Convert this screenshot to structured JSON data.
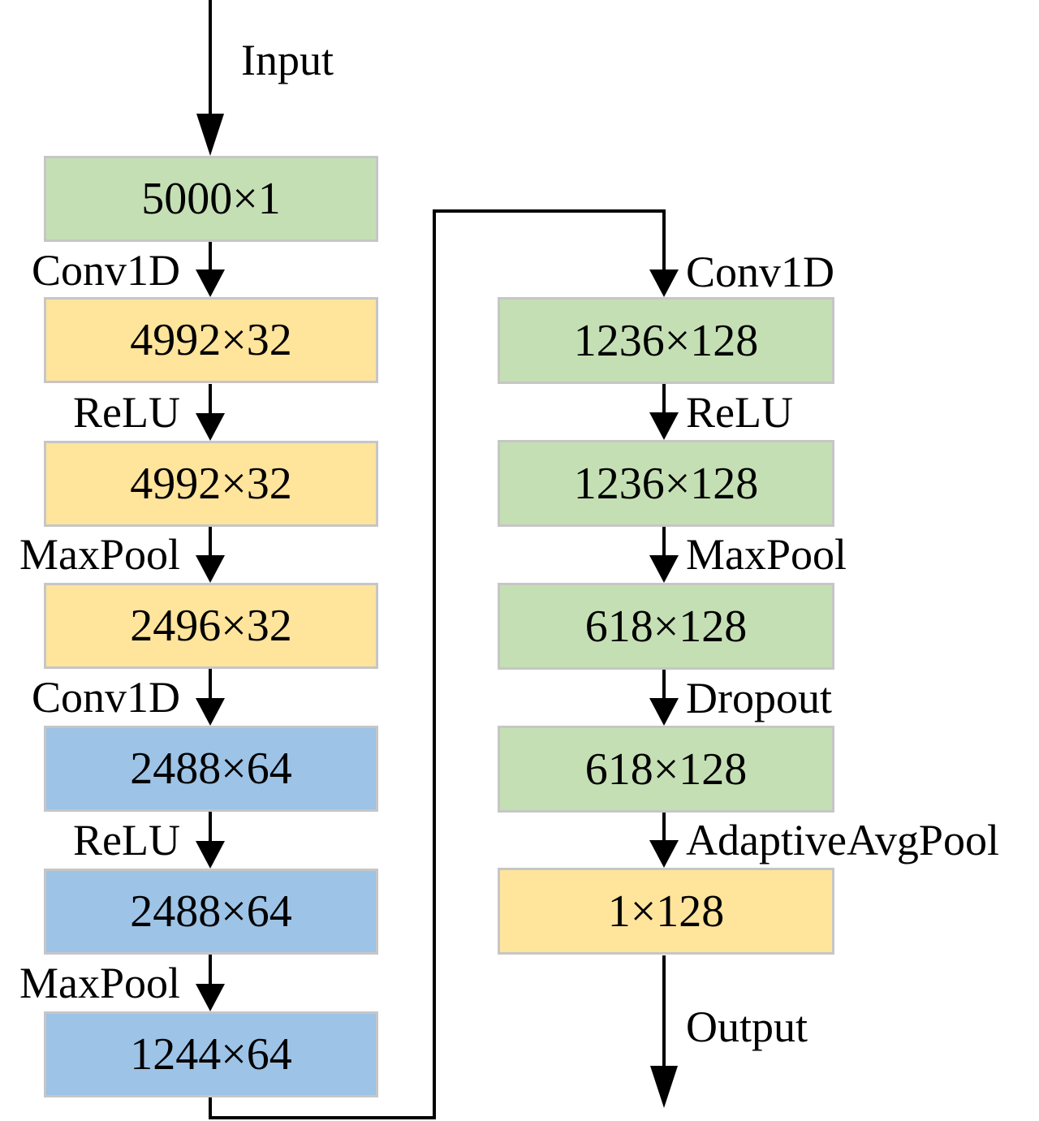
{
  "diagram": {
    "kind": "1D CNN architecture flowchart",
    "input_label": "Input",
    "output_label": "Output",
    "left_column": {
      "boxes": [
        {
          "label": "5000×1",
          "color": "green"
        },
        {
          "label": "4992×32",
          "color": "yellow"
        },
        {
          "label": "4992×32",
          "color": "yellow"
        },
        {
          "label": "2496×32",
          "color": "yellow"
        },
        {
          "label": "2488×64",
          "color": "blue"
        },
        {
          "label": "2488×64",
          "color": "blue"
        },
        {
          "label": "1244×64",
          "color": "blue"
        }
      ],
      "edge_labels": [
        "Conv1D",
        "ReLU",
        "MaxPool",
        "Conv1D",
        "ReLU",
        "MaxPool"
      ]
    },
    "right_column": {
      "boxes": [
        {
          "label": "1236×128",
          "color": "green"
        },
        {
          "label": "1236×128",
          "color": "green"
        },
        {
          "label": "618×128",
          "color": "green"
        },
        {
          "label": "618×128",
          "color": "green"
        },
        {
          "label": "1×128",
          "color": "yellow"
        }
      ],
      "edge_labels": [
        "Conv1D",
        "ReLU",
        "MaxPool",
        "Dropout",
        "AdaptiveAvgPool"
      ]
    },
    "colors": {
      "green": "#c5dfb4",
      "yellow": "#ffe49c",
      "blue": "#9dc3e6",
      "box_border": "#c6c6c6",
      "line": "#000000",
      "background": "#ffffff"
    }
  }
}
